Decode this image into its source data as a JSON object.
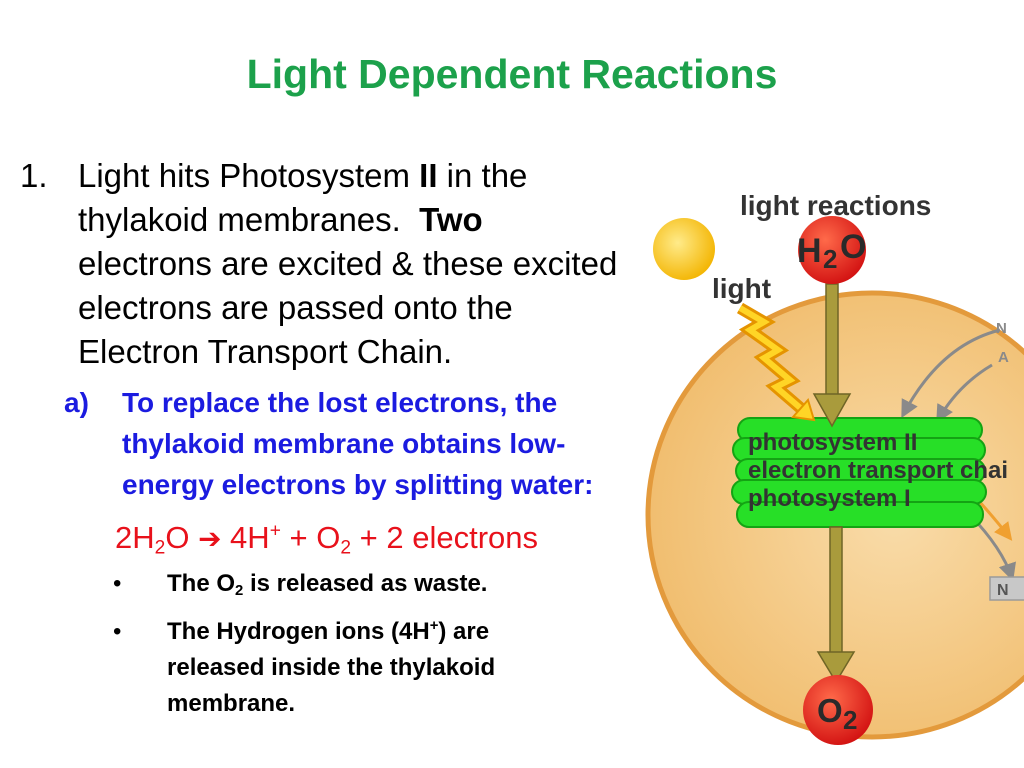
{
  "slide": {
    "title": "Light Dependent Reactions"
  },
  "item1": {
    "marker": "1.",
    "lines": [
      [
        "Light hits Photosystem ",
        "II",
        " in the"
      ],
      [
        "thylakoid membranes.  ",
        "Two"
      ],
      [
        "electrons are excited & these excited"
      ],
      [
        "electrons are passed onto the"
      ],
      [
        "Electron Transport Chain."
      ]
    ]
  },
  "sub_a": {
    "marker": "a)",
    "lines": [
      "To replace the lost electrons, the",
      "thylakoid membrane obtains low-",
      "energy electrons by splitting water:"
    ]
  },
  "equation": {
    "parts": [
      "2H",
      "2",
      "O ",
      "➔",
      " 4H",
      "+",
      " + O",
      "2",
      " + 2 electrons"
    ]
  },
  "bullets": [
    {
      "symbol": "•",
      "lines": [
        [
          "The O",
          "2",
          " is released as waste."
        ]
      ]
    },
    {
      "symbol": "•",
      "lines": [
        [
          "The Hydrogen ions (4H",
          "+",
          ") are"
        ],
        [
          "released inside the thylakoid"
        ],
        [
          "membrane."
        ]
      ]
    }
  ],
  "diagram": {
    "heading": "light reactions",
    "light_label": "light",
    "water": {
      "symbol": "H",
      "subscript": "2",
      "symbol_end": "O"
    },
    "thylakoid_labels": [
      "photosystem II",
      "electron transport chai",
      "photosystem I"
    ],
    "oxygen": {
      "symbol": "O",
      "subscript": "2"
    },
    "edge_labels": [
      "N",
      "A"
    ],
    "edge_box_label": "N"
  },
  "colors": {
    "title": "#1ca14b",
    "subpoint_text": "#1b1be0",
    "equation_text": "#e8111b",
    "body_text": "#000000",
    "sun": "#f7c21a",
    "water_oxygen_circles": "#e3201b",
    "chloroplast": "#f2c47e",
    "thylakoid": "#27df27",
    "arrows": "#a99b3c"
  }
}
